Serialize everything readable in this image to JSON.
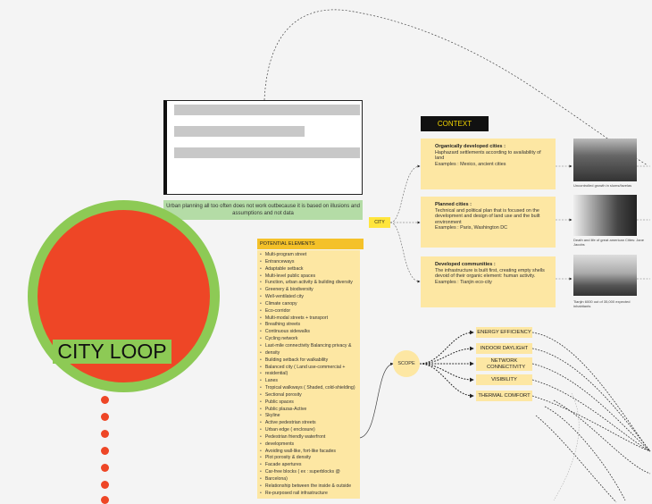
{
  "caption": "Urban planning all too often does not work outbecause it is based on illusions and assumptions and not data",
  "city_loop_label": "CITY LOOP",
  "context": {
    "heading": "CONTEXT",
    "city_tag": "CITY",
    "cards": [
      {
        "title": "Organically developed cities :",
        "body": "Haphazard settlements according to availability of land",
        "examples": "Examples : Mexico, ancient cities",
        "photo_caption": "Uncontrolled growth in slums/favelas"
      },
      {
        "title": "Planned cities :",
        "body": "Technical and political plan that is focused on the development and design of land use and the built environment",
        "examples": "Examples : Paris, Washington DC",
        "photo_caption": "Death and life of great american Cities: Jane Jacobs"
      },
      {
        "title": "Developed communities :",
        "body": "The infrastructure is built first, creating empty shells devoid of their organic element: human activity.",
        "examples": "Examples : Tianjin eco-city",
        "photo_caption": "Tianjin 6000 out of 35,000 expected inhabitants"
      }
    ]
  },
  "potential_elements": {
    "heading": "POTENTIAL ELEMENTS",
    "items": [
      "Multi-program street",
      "Entranceways",
      "Adaptable setback",
      "Multi-level public spaces",
      "Function, urban activity & building diversity",
      "Greenery & biodiversity",
      "Well-ventilated city",
      "Climate canopy",
      "Eco-corridor",
      "Multi-modal streets + transport",
      "Breathing streets",
      "Continuous sidewalks",
      "Cycling network",
      "Last-mile connectivity Balancing privacy &",
      "density",
      "Building setback for walkability",
      "Balanced city ( Land use-commercial +",
      "residential)",
      "Lanes",
      "Tropical walkways ( Shaded, cold-shielding)",
      "Sectional porosity",
      "Public spaces",
      "Public plazas-Active",
      "Skyline",
      "Active pedestrian streets",
      "Urban edge ( enclosure)",
      "Pedestrian friendly waterfront",
      "developments",
      "Avoiding wall-like, fort-like facades",
      "Plot porosity & density",
      "Facade apertures",
      "Car-free blocks ( ex : superblocks @",
      "Barcelona)",
      "Relationship between the inside & outside",
      "Re-purposed rail infrastructure"
    ]
  },
  "scope": {
    "label": "SCOPE",
    "items": [
      "ENERGY EFFICIENCY",
      "INDOOR DAYLIGHT",
      "NETWORK CONNECTIVITY",
      "VISIBILITY",
      "THERMAL COMFORT"
    ]
  },
  "colors": {
    "background": "#f4f4f4",
    "circle_fill": "#ee4626",
    "circle_ring": "#8dca55",
    "note_yellow": "#fde7a3",
    "header_orange": "#f4c129",
    "context_head_bg": "#111111",
    "context_head_text": "#f4d600",
    "caption_green": "#b4dca6"
  },
  "icons": [
    "arrow-head-icon",
    "photo-placeholder"
  ]
}
